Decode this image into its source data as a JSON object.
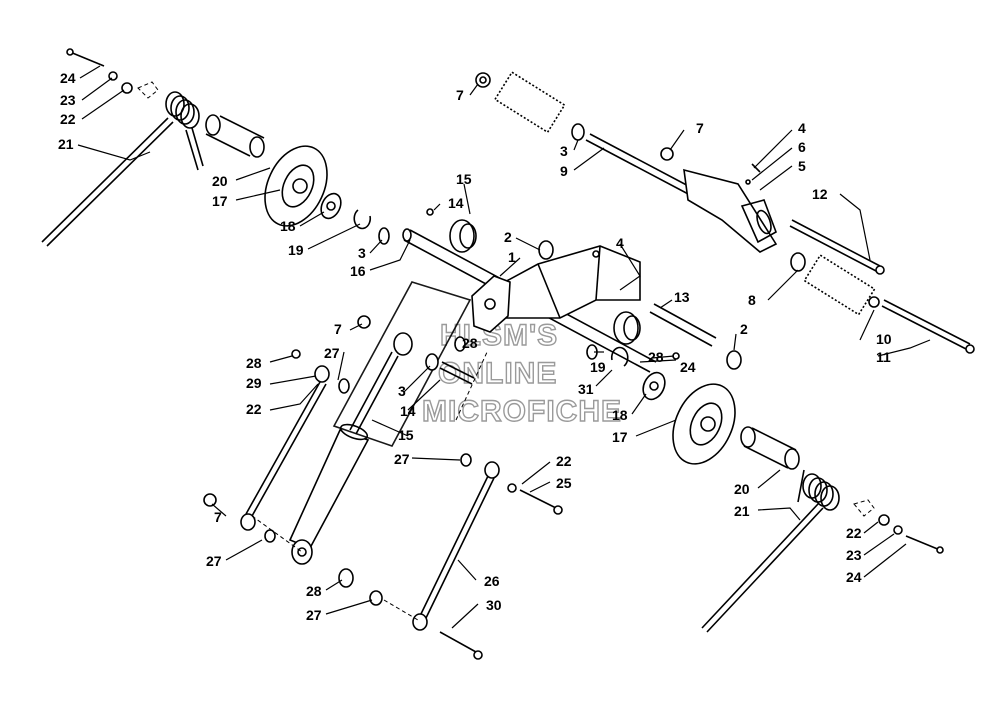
{
  "watermark": {
    "line1": "HLSM'S",
    "line2": "ONLINE",
    "line3": "MICROFICHE"
  },
  "callouts": [
    {
      "id": "c1",
      "text": "24"
    },
    {
      "id": "c2",
      "text": "23"
    },
    {
      "id": "c3",
      "text": "22"
    },
    {
      "id": "c4",
      "text": "21"
    },
    {
      "id": "c5",
      "text": "20"
    },
    {
      "id": "c6",
      "text": "17"
    },
    {
      "id": "c7",
      "text": "18"
    },
    {
      "id": "c8",
      "text": "19"
    },
    {
      "id": "c9",
      "text": "3"
    },
    {
      "id": "c10",
      "text": "16"
    },
    {
      "id": "c11",
      "text": "7"
    },
    {
      "id": "c12",
      "text": "3"
    },
    {
      "id": "c13",
      "text": "9"
    },
    {
      "id": "c14",
      "text": "7"
    },
    {
      "id": "c15",
      "text": "4"
    },
    {
      "id": "c16",
      "text": "6"
    },
    {
      "id": "c17",
      "text": "5"
    },
    {
      "id": "c18",
      "text": "12"
    },
    {
      "id": "c19",
      "text": "15"
    },
    {
      "id": "c20",
      "text": "14"
    },
    {
      "id": "c21",
      "text": "2"
    },
    {
      "id": "c22",
      "text": "1"
    },
    {
      "id": "c23",
      "text": "4"
    },
    {
      "id": "c24",
      "text": "8"
    },
    {
      "id": "c25",
      "text": "10"
    },
    {
      "id": "c26",
      "text": "11"
    },
    {
      "id": "c27",
      "text": "13"
    },
    {
      "id": "c28",
      "text": "2"
    },
    {
      "id": "c29",
      "text": "28"
    },
    {
      "id": "c30",
      "text": "7"
    },
    {
      "id": "c31",
      "text": "27"
    },
    {
      "id": "c32",
      "text": "29"
    },
    {
      "id": "c33",
      "text": "22"
    },
    {
      "id": "c34",
      "text": "28"
    },
    {
      "id": "c35",
      "text": "3"
    },
    {
      "id": "c36",
      "text": "14"
    },
    {
      "id": "c37",
      "text": "15"
    },
    {
      "id": "c38",
      "text": "19"
    },
    {
      "id": "c39",
      "text": "28"
    },
    {
      "id": "c40",
      "text": "24"
    },
    {
      "id": "c41",
      "text": "31"
    },
    {
      "id": "c42",
      "text": "18"
    },
    {
      "id": "c43",
      "text": "17"
    },
    {
      "id": "c44",
      "text": "27"
    },
    {
      "id": "c45",
      "text": "22"
    },
    {
      "id": "c46",
      "text": "25"
    },
    {
      "id": "c47",
      "text": "20"
    },
    {
      "id": "c48",
      "text": "21"
    },
    {
      "id": "c49",
      "text": "7"
    },
    {
      "id": "c50",
      "text": "27"
    },
    {
      "id": "c51",
      "text": "22"
    },
    {
      "id": "c52",
      "text": "23"
    },
    {
      "id": "c53",
      "text": "24"
    },
    {
      "id": "c54",
      "text": "28"
    },
    {
      "id": "c55",
      "text": "27"
    },
    {
      "id": "c56",
      "text": "26"
    },
    {
      "id": "c57",
      "text": "30"
    }
  ]
}
